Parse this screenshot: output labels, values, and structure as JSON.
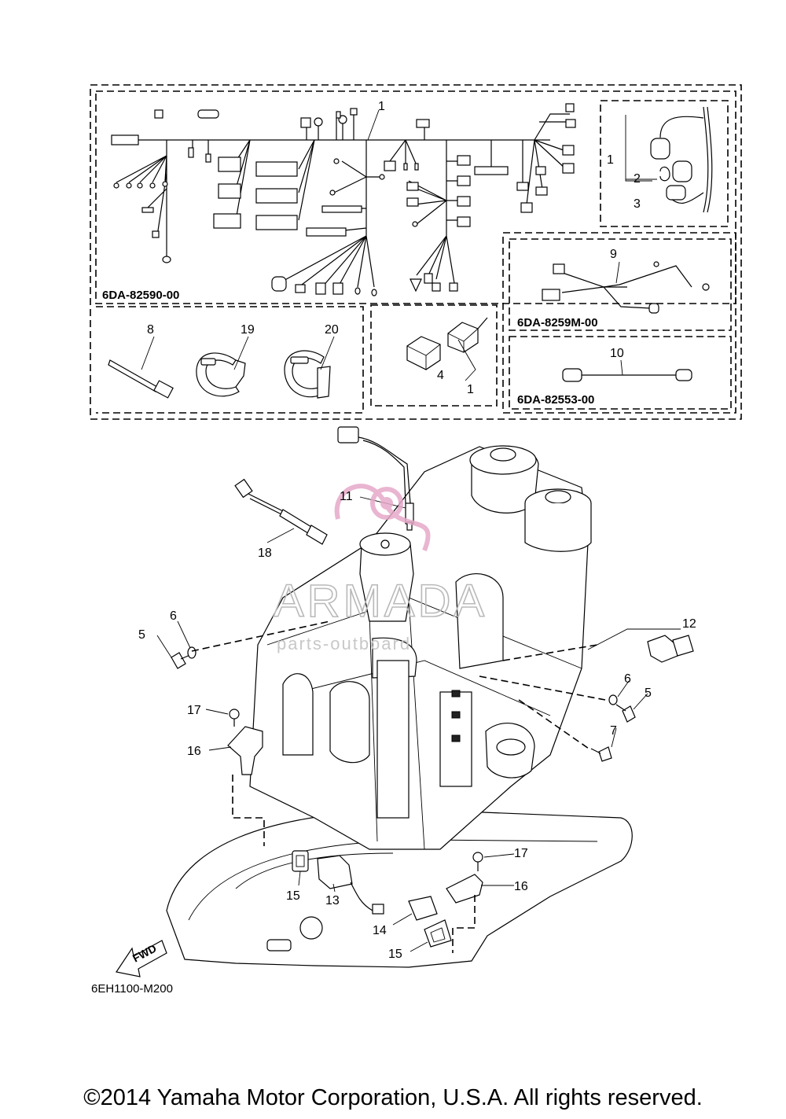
{
  "callouts": {
    "c1_main": "1",
    "c1_side": "1",
    "c2": "2",
    "c3": "3",
    "c1_relay": "1",
    "c4": "4",
    "c5a": "5",
    "c5b": "5",
    "c6a": "6",
    "c6b": "6",
    "c7": "7",
    "c8": "8",
    "c9": "9",
    "c10": "10",
    "c11": "11",
    "c12": "12",
    "c13": "13",
    "c14": "14",
    "c15a": "15",
    "c15b": "15",
    "c16a": "16",
    "c16b": "16",
    "c17a": "17",
    "c17b": "17",
    "c18": "18",
    "c19": "19",
    "c20": "20"
  },
  "part_numbers": {
    "harness_main": "6DA-82590-00",
    "harness_sub": "6DA-8259M-00",
    "harness_lead": "6DA-82553-00"
  },
  "diagram_code": "6EH1100-M200",
  "fwd_label": "FWD",
  "watermark": {
    "main": "ARMADA",
    "sub": "parts-outboard"
  },
  "copyright": "©2014 Yamaha Motor Corporation, U.S.A. All rights reserved.",
  "colors": {
    "watermark_logo": "#e6a9c8",
    "line": "#000000"
  }
}
